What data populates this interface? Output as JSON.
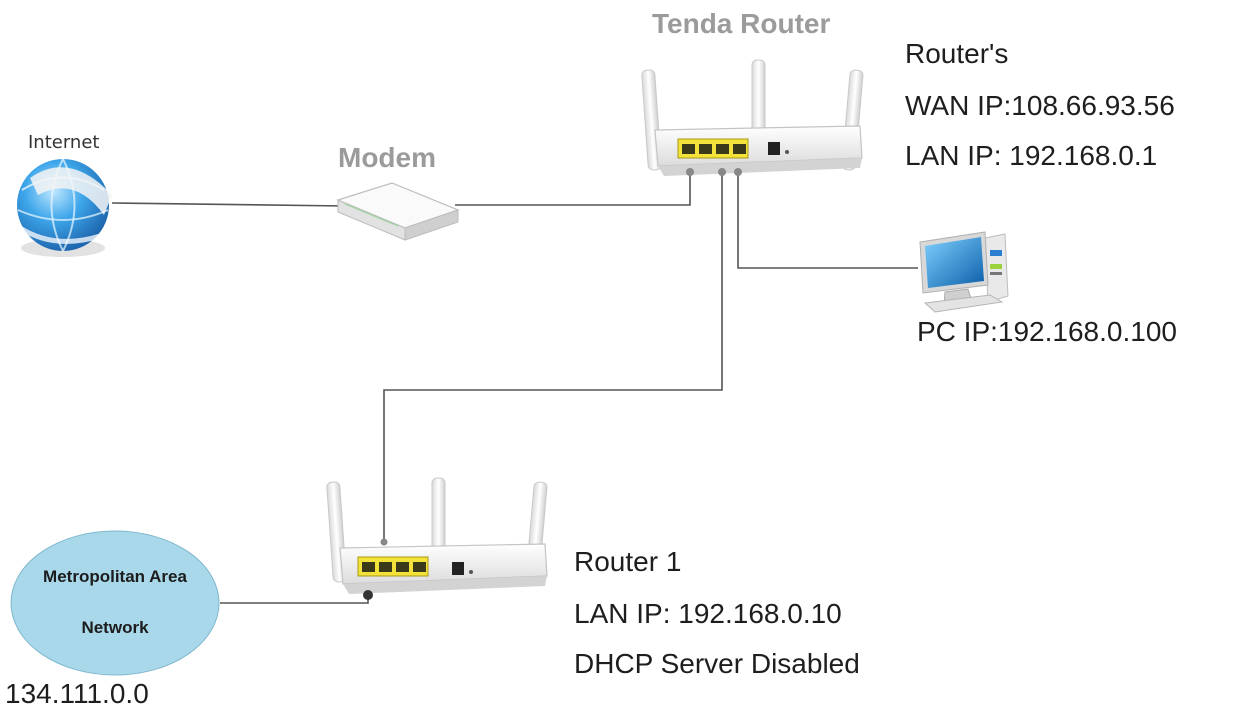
{
  "labels": {
    "internet": "Internet",
    "modem": "Modem",
    "tenda_router": "Tenda Router",
    "routers_info": [
      "Router's",
      "WAN IP:108.66.93.56",
      "LAN IP: 192.168.0.1"
    ],
    "pc_ip": "PC IP:192.168.0.100",
    "man_line1": "Metropolitan Area",
    "man_line2": "Network",
    "man_ip": "134.111.0.0",
    "router1_info": [
      "Router 1",
      "LAN IP: 192.168.0.10",
      "DHCP Server Disabled"
    ]
  },
  "colors": {
    "globe": "#2f8fd6",
    "man_cloud": "#a9d8ea",
    "router_ports": "#f2e23a",
    "device_title": "#9b9b9b",
    "cable": "#555555"
  }
}
